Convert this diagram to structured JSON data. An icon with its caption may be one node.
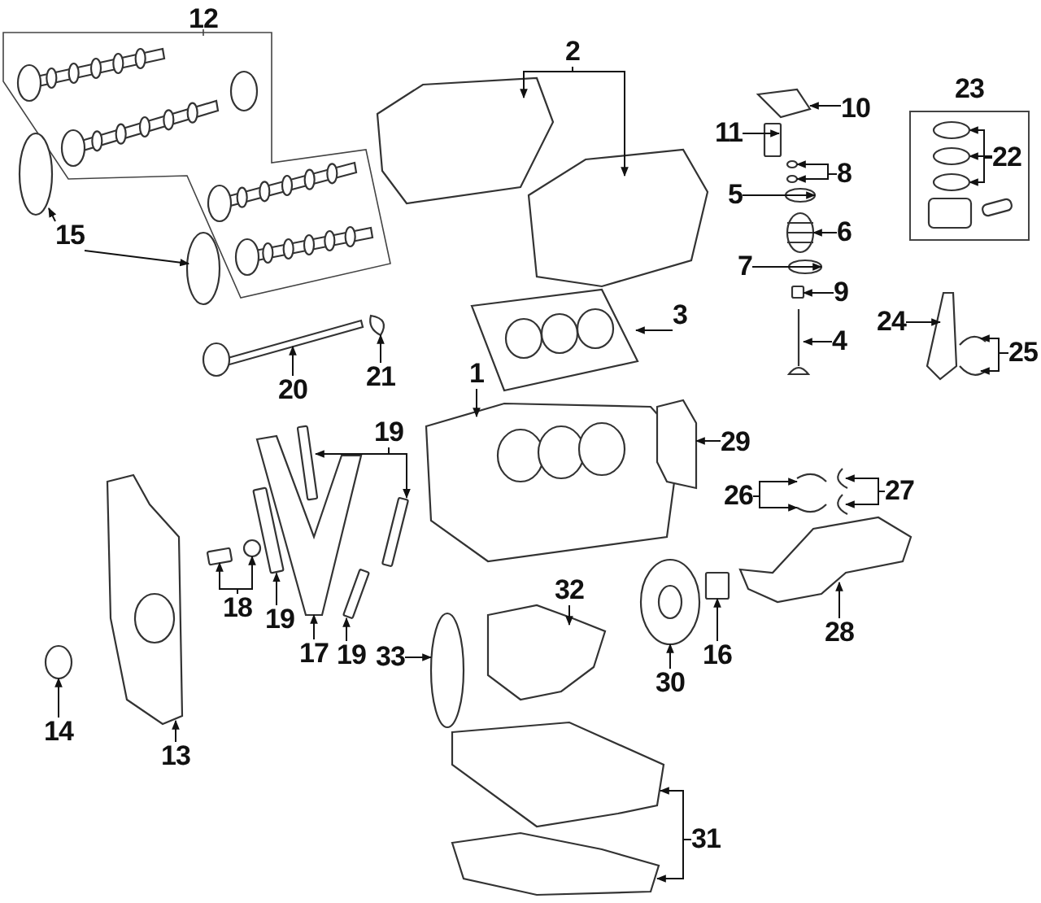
{
  "diagram": {
    "nodes": [
      {
        "text": [
          "12"
        ]
      },
      {
        "text": [
          "2"
        ]
      },
      {
        "text": [
          "23"
        ]
      },
      {
        "text": [
          "10"
        ]
      },
      {
        "text": [
          "11"
        ]
      },
      {
        "text": [
          "22"
        ],
        "in": 2
      },
      {
        "text": [
          "8"
        ]
      },
      {
        "text": [
          "15"
        ]
      },
      {
        "text": [
          "5"
        ]
      },
      {
        "text": [
          "6"
        ]
      },
      {
        "text": [
          "7"
        ]
      },
      {
        "text": [
          "9"
        ]
      },
      {
        "text": [
          "3"
        ]
      },
      {
        "text": [
          "24"
        ]
      },
      {
        "text": [
          "25"
        ]
      },
      {
        "text": [
          "4"
        ]
      },
      {
        "text": [
          "20"
        ]
      },
      {
        "text": [
          "21"
        ]
      },
      {
        "text": [
          "1"
        ]
      },
      {
        "text": [
          "19"
        ]
      },
      {
        "text": [
          "29"
        ]
      },
      {
        "text": [
          "26"
        ]
      },
      {
        "text": [
          "27"
        ]
      },
      {
        "text": [
          "32"
        ]
      },
      {
        "text": [
          "18"
        ]
      },
      {
        "text": [
          "19"
        ]
      },
      {
        "text": [
          "17"
        ]
      },
      {
        "text": [
          "19"
        ]
      },
      {
        "text": [
          "33"
        ]
      },
      {
        "text": [
          "16"
        ]
      },
      {
        "text": [
          "28"
        ]
      },
      {
        "text": [
          "30"
        ]
      },
      {
        "text": [
          "14"
        ]
      },
      {
        "text": [
          "13"
        ]
      },
      {
        "text": [
          "31"
        ]
      },
      {
        "text": [],
        "shape": "picture"
      },
      {
        "text": [],
        "shape": "picture"
      },
      {
        "text": [],
        "shape": "picture"
      },
      {
        "text": [],
        "shape": "box"
      },
      {
        "text": [],
        "shape": "circle",
        "in": 2
      },
      {
        "text": [],
        "shape": "circle",
        "in": 2
      },
      {
        "text": [],
        "shape": "circle",
        "in": 2
      },
      {
        "text": [],
        "shape": "circle"
      },
      {
        "text": [],
        "shape": "circle"
      },
      {
        "text": [],
        "shape": "circle"
      },
      {
        "text": [],
        "shape": "circle"
      },
      {
        "text": [],
        "shape": "circle"
      },
      {
        "text": [],
        "shape": "picture"
      },
      {
        "text": [],
        "shape": "circle"
      },
      {
        "text": [],
        "shape": "box"
      },
      {
        "text": [],
        "shape": "picture"
      },
      {
        "text": [],
        "shape": "picture"
      },
      {
        "text": [],
        "shape": "picture"
      },
      {
        "text": [],
        "shape": "picture"
      },
      {
        "text": [],
        "shape": "picture"
      },
      {
        "text": [],
        "shape": "picture"
      },
      {
        "text": [],
        "shape": "picture"
      },
      {
        "text": [],
        "shape": "picture"
      },
      {
        "text": [],
        "shape": "box"
      },
      {
        "text": [],
        "shape": "box"
      },
      {
        "text": [],
        "shape": "picture"
      },
      {
        "text": [],
        "shape": "picture"
      },
      {
        "text": [],
        "shape": "picture"
      },
      {
        "text": [],
        "shape": "picture"
      },
      {
        "text": [],
        "shape": "picture"
      },
      {
        "text": [],
        "shape": "picture"
      },
      {
        "text": [],
        "shape": "box"
      },
      {
        "text": [],
        "shape": "circle"
      },
      {
        "text": [],
        "shape": "box"
      },
      {
        "text": [],
        "shape": "picture"
      },
      {
        "text": [],
        "shape": "box"
      },
      {
        "text": [],
        "shape": "circle"
      },
      {
        "text": [],
        "shape": "box"
      },
      {
        "text": [],
        "shape": "picture"
      },
      {
        "text": [],
        "shape": "picture"
      },
      {
        "text": [],
        "shape": "circle"
      },
      {
        "text": [],
        "shape": "picture"
      },
      {
        "text": [],
        "shape": "picture"
      },
      {
        "text": [],
        "shape": "picture"
      }
    ],
    "edges": [
      {
        "from": 1,
        "to": 35,
        "arrow": "to"
      },
      {
        "from": 1,
        "to": 36,
        "arrow": "to"
      },
      {
        "from": 3,
        "to": 37,
        "arrow": "to"
      },
      {
        "from": 4,
        "to": 38,
        "arrow": "to"
      },
      {
        "from": 5,
        "to": 39,
        "arrow": "to"
      },
      {
        "from": 5,
        "to": 40,
        "arrow": "to"
      },
      {
        "from": 5,
        "to": 41,
        "arrow": "to"
      },
      {
        "from": 6,
        "to": 42,
        "arrow": "to"
      },
      {
        "from": 6,
        "to": 43,
        "arrow": "to"
      },
      {
        "from": 7,
        "to": 44,
        "arrow": "to"
      },
      {
        "from": 7,
        "to": 45,
        "arrow": "to"
      },
      {
        "from": 8,
        "to": 46,
        "arrow": "to"
      },
      {
        "from": 9,
        "to": 47,
        "arrow": "to"
      },
      {
        "from": 10,
        "to": 48,
        "arrow": "to"
      },
      {
        "from": 11,
        "to": 49,
        "arrow": "to"
      },
      {
        "from": 12,
        "to": 50,
        "arrow": "to"
      },
      {
        "from": 13,
        "to": 51,
        "arrow": "to"
      },
      {
        "from": 14,
        "to": 52,
        "arrow": "to"
      },
      {
        "from": 14,
        "to": 53,
        "arrow": "to"
      },
      {
        "from": 15,
        "to": 54,
        "arrow": "to"
      },
      {
        "from": 16,
        "to": 55,
        "arrow": "to"
      },
      {
        "from": 17,
        "to": 56,
        "arrow": "to"
      },
      {
        "from": 18,
        "to": 57,
        "arrow": "to"
      },
      {
        "from": 19,
        "to": 58,
        "arrow": "to"
      },
      {
        "from": 19,
        "to": 59,
        "arrow": "to"
      },
      {
        "from": 20,
        "to": 60,
        "arrow": "to"
      },
      {
        "from": 21,
        "to": 61,
        "arrow": "to"
      },
      {
        "from": 21,
        "to": 62,
        "arrow": "to"
      },
      {
        "from": 22,
        "to": 63,
        "arrow": "to"
      },
      {
        "from": 22,
        "to": 64,
        "arrow": "to"
      },
      {
        "from": 23,
        "to": 65,
        "arrow": "to"
      },
      {
        "from": 24,
        "to": 66,
        "arrow": "to"
      },
      {
        "from": 24,
        "to": 67,
        "arrow": "to"
      },
      {
        "from": 25,
        "to": 68,
        "arrow": "to"
      },
      {
        "from": 26,
        "to": 69,
        "arrow": "to"
      },
      {
        "from": 27,
        "to": 70,
        "arrow": "to"
      },
      {
        "from": 28,
        "to": 71,
        "arrow": "to"
      },
      {
        "from": 29,
        "to": 72,
        "arrow": "to"
      },
      {
        "from": 30,
        "to": 73,
        "arrow": "to"
      },
      {
        "from": 31,
        "to": 74,
        "arrow": "to"
      },
      {
        "from": 32,
        "to": 75,
        "arrow": "to"
      },
      {
        "from": 33,
        "to": 76,
        "arrow": "to"
      },
      {
        "from": 34,
        "to": 77,
        "arrow": "to"
      },
      {
        "from": 34,
        "to": 78,
        "arrow": "to"
      }
    ]
  }
}
